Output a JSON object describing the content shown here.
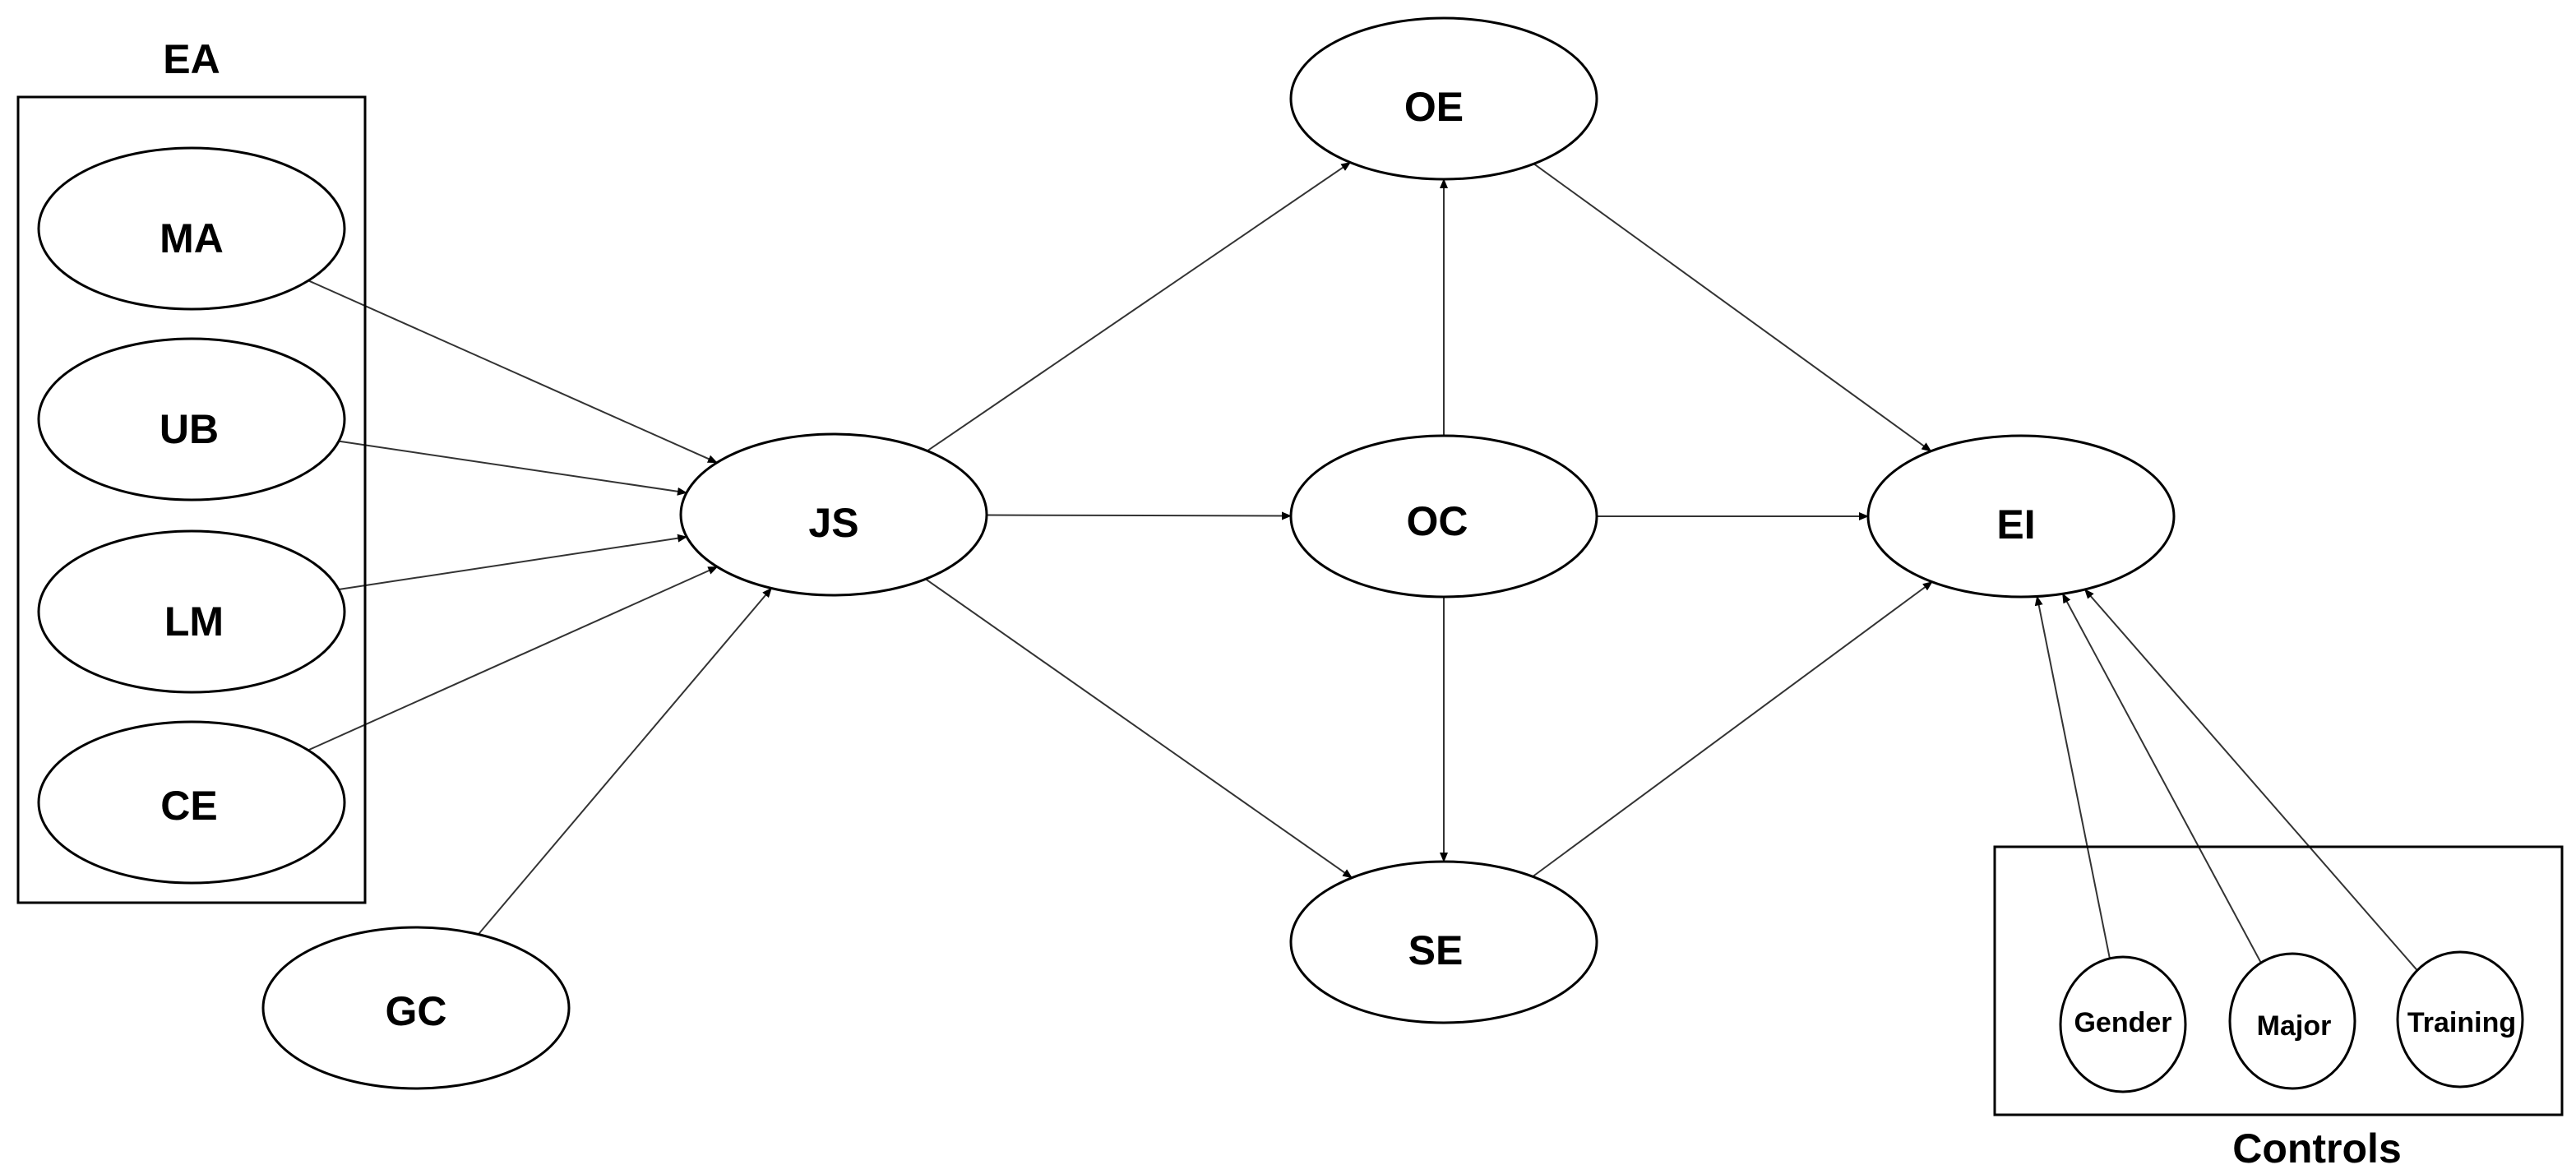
{
  "groups": {
    "ea": {
      "label": "EA"
    },
    "controls": {
      "label": "Controls"
    }
  },
  "nodes": {
    "ma": {
      "label": "MA"
    },
    "ub": {
      "label": "UB"
    },
    "lm": {
      "label": "LM"
    },
    "ce": {
      "label": "CE"
    },
    "gc": {
      "label": "GC"
    },
    "js": {
      "label": "JS"
    },
    "oe": {
      "label": "OE"
    },
    "oc": {
      "label": "OC"
    },
    "se": {
      "label": "SE"
    },
    "ei": {
      "label": "EI"
    },
    "gender": {
      "label": "Gender"
    },
    "major": {
      "label": "Major"
    },
    "training": {
      "label": "Training"
    }
  },
  "edges": [
    {
      "from": "ma",
      "to": "js"
    },
    {
      "from": "ub",
      "to": "js"
    },
    {
      "from": "lm",
      "to": "js"
    },
    {
      "from": "ce",
      "to": "js"
    },
    {
      "from": "gc",
      "to": "js"
    },
    {
      "from": "js",
      "to": "oe"
    },
    {
      "from": "js",
      "to": "oc"
    },
    {
      "from": "js",
      "to": "se"
    },
    {
      "from": "oc",
      "to": "oe"
    },
    {
      "from": "oc",
      "to": "se"
    },
    {
      "from": "oc",
      "to": "ei"
    },
    {
      "from": "oe",
      "to": "ei"
    },
    {
      "from": "se",
      "to": "ei"
    },
    {
      "from": "gender",
      "to": "ei"
    },
    {
      "from": "major",
      "to": "ei"
    },
    {
      "from": "training",
      "to": "ei"
    }
  ],
  "colors": {
    "stroke": "#000000",
    "edge": "#333333",
    "background": "#ffffff"
  }
}
